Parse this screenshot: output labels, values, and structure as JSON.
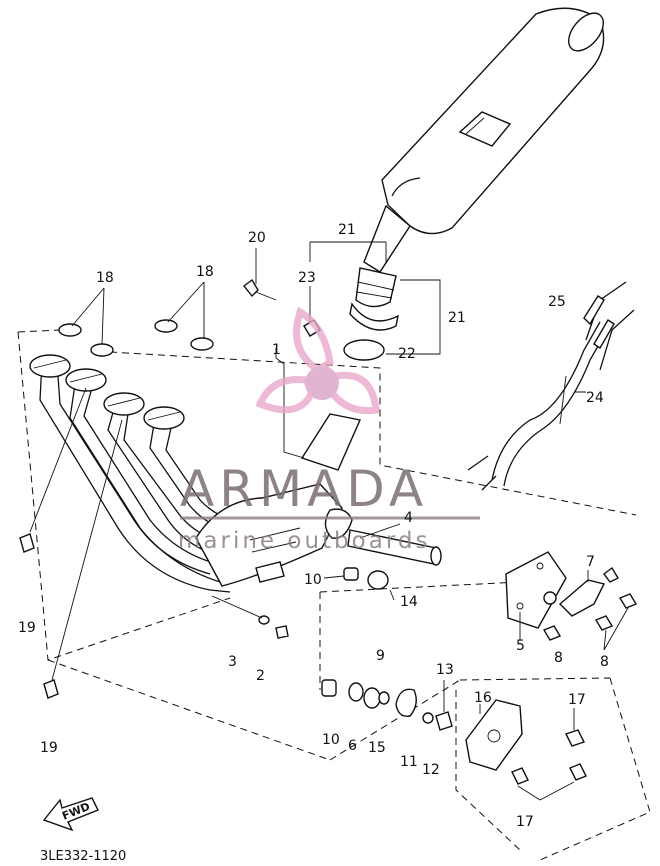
{
  "diagram": {
    "callouts": {
      "c1": "1",
      "c2": "2",
      "c3": "3",
      "c4": "4",
      "c5": "5",
      "c6": "6",
      "c7": "7",
      "c8a": "8",
      "c8b": "8",
      "c9": "9",
      "c10a": "10",
      "c10b": "10",
      "c11": "11",
      "c12": "12",
      "c13": "13",
      "c14": "14",
      "c15": "15",
      "c16": "16",
      "c17a": "17",
      "c17b": "17",
      "c18a": "18",
      "c18b": "18",
      "c19a": "19",
      "c19b": "19",
      "c20": "20",
      "c21a": "21",
      "c21b": "21",
      "c22": "22",
      "c23": "23",
      "c24": "24",
      "c25": "25"
    },
    "fwd_label": "FWD",
    "drawing_code": "3LE332-1120"
  },
  "watermark": {
    "brand": "ARMADA",
    "tagline": "marine outboards",
    "logo_color": "#e8a6c8",
    "logo_center_color": "#d9a0c6"
  }
}
